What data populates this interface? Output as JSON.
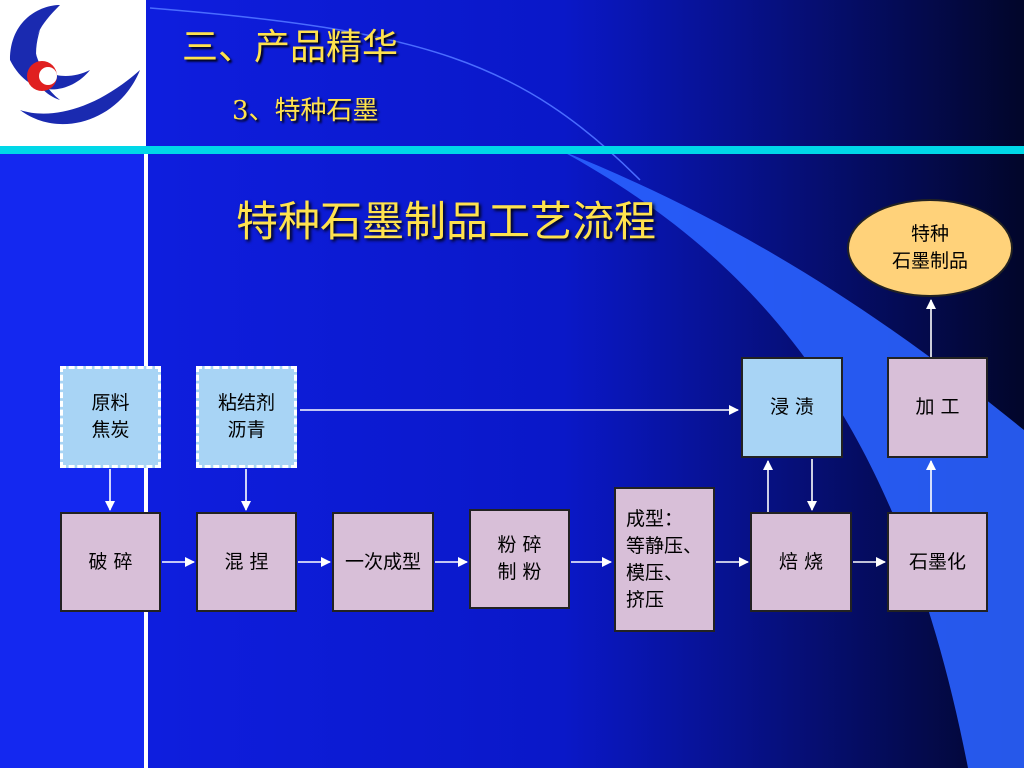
{
  "header": {
    "title": "三、产品精华",
    "subtitle": "3、特种石墨"
  },
  "diagram": {
    "title": "特种石墨制品工艺流程",
    "nodes": {
      "raw_material": "原料\n焦炭",
      "binder": "粘结剂\n沥青",
      "crushing": "破  碎",
      "mixing": "混  捏",
      "primary_forming": "一次成型",
      "milling": "粉  碎\n制  粉",
      "forming": "成型：\n等静压、\n模压、\n挤压",
      "baking": "焙  烧",
      "graphitization": "石墨化",
      "impregnation": "浸  渍",
      "machining": "加  工",
      "product": "特种\n石墨制品"
    },
    "edges": [
      [
        "raw_material",
        "crushing"
      ],
      [
        "binder",
        "mixing"
      ],
      [
        "binder",
        "impregnation"
      ],
      [
        "crushing",
        "mixing"
      ],
      [
        "mixing",
        "primary_forming"
      ],
      [
        "primary_forming",
        "milling"
      ],
      [
        "milling",
        "forming"
      ],
      [
        "forming",
        "baking"
      ],
      [
        "baking",
        "impregnation"
      ],
      [
        "impregnation",
        "baking"
      ],
      [
        "baking",
        "graphitization"
      ],
      [
        "graphitization",
        "machining"
      ],
      [
        "machining",
        "product"
      ]
    ]
  },
  "colors": {
    "background": "#0a1adc",
    "title_text": "#ffe24d",
    "process_box": "#d8bfd8",
    "input_box": "#a8d4f5",
    "product_oval": "#ffd27a",
    "accent_line": "#00d8e8"
  }
}
